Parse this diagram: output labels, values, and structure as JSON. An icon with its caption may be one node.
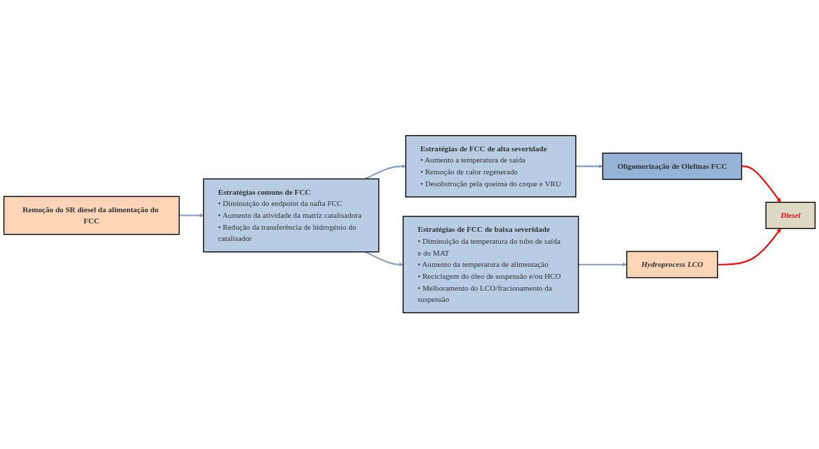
{
  "diagram": {
    "nodes": [
      {
        "text": [
          "Estratégias de FCC de alta severidade",
          "• Aumento a temperatura de saída",
          "• Remoção de calor regenerado",
          "• Desobstrução pela queima do coque e VRU"
        ]
      },
      {
        "text": [
          "Oligomerização de Olefinas FCC"
        ]
      },
      {
        "text": [
          "Remoção do SR diesel da alimentação do FCC"
        ]
      },
      {
        "text": [
          "Estratégias comuns de FCC",
          "• Diminuição do endpoint da nafta FCC",
          "• Aumento da atividade da matriz catalisadora",
          "• Redução da transferência de hidrogénio do catalisador"
        ]
      },
      {
        "text": [
          "Diesel"
        ]
      },
      {
        "text": [
          "Hydroprocess LCO"
        ]
      },
      {
        "text": [
          "Estratégias de FCC de baixa severidade",
          "• Diminuição da temperatura do tubo de saída e do MAT",
          "• Aumento da temperatura de alimentação",
          "• Reciclagem do óleo de suspensão e/ou HCO",
          "• Melhoramento do LCO/fracionamento da suspensão"
        ]
      }
    ],
    "edges": [
      {
        "from": 2,
        "to": 3,
        "arrow": "to"
      },
      {
        "from": 3,
        "to": 0,
        "arrow": "to"
      },
      {
        "from": 3,
        "to": 6,
        "arrow": "to"
      },
      {
        "from": 0,
        "to": 1,
        "arrow": "to"
      },
      {
        "from": 6,
        "to": 5,
        "arrow": "to"
      },
      {
        "from": 1,
        "to": 4,
        "arrow": "to",
        "color": "#ff0000"
      },
      {
        "from": 5,
        "to": 4,
        "arrow": "to",
        "color": "#ff0000"
      }
    ]
  }
}
